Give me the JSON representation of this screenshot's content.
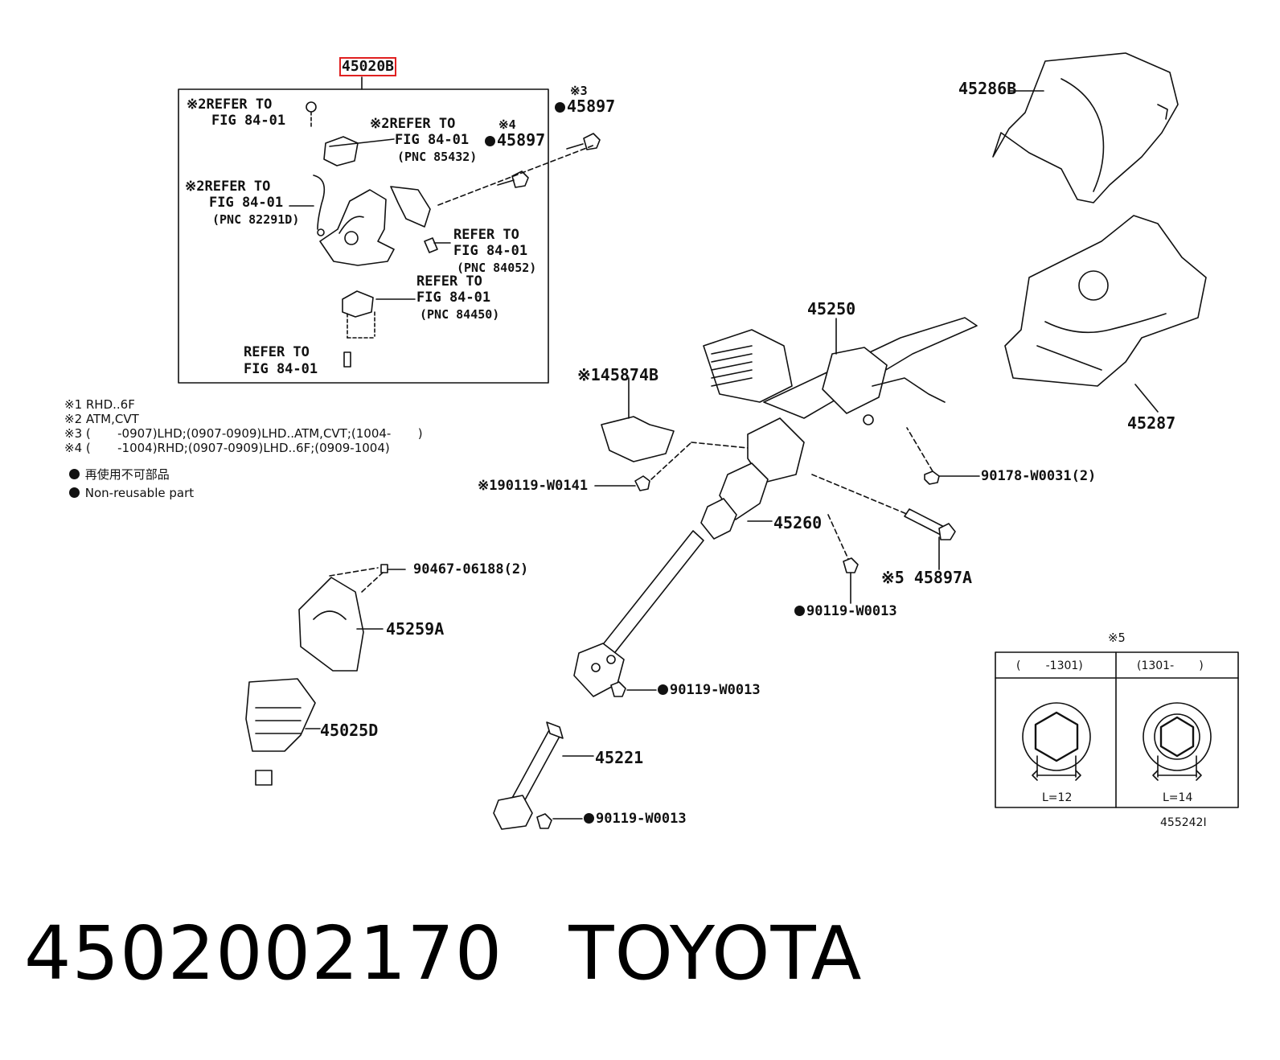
{
  "highlight_color": "#e02020",
  "main_part": "45020B",
  "callouts": {
    "c1_mark": "※2",
    "c1_line1": "REFER TO",
    "c1_line2": "FIG 84-01",
    "c2_mark": "※2",
    "c2_line1": "REFER TO",
    "c2_line2": "FIG 84-01",
    "c2_line3": "(PNC 85432)",
    "c3_mark": "※2",
    "c3_line1": "REFER TO",
    "c3_line2": "FIG 84-01",
    "c3_line3": "(PNC 82291D)",
    "c4_line1": "REFER TO",
    "c4_line2": "FIG 84-01",
    "c4_line3": "(PNC 84052)",
    "c5_line1": "REFER TO",
    "c5_line2": "FIG 84-01",
    "c5_line3": "(PNC 84450)",
    "c6_line1": "REFER TO",
    "c6_line2": "FIG 84-01",
    "p45897a_mark": "※3",
    "p45897a": "45897",
    "p45897b_mark": "※4",
    "p45897b": "45897"
  },
  "notes": [
    "※1 RHD..6F",
    "※2 ATM,CVT",
    "※3 (       -0907)LHD;(0907-0909)LHD..ATM,CVT;(1004-       )",
    "※4 (       -1004)RHD;(0907-0909)LHD..6F;(0909-1004)"
  ],
  "legend": {
    "jp": "再使用不可部品",
    "en": "Non-reusable part"
  },
  "parts": {
    "p45286B": "45286B",
    "p45287": "45287",
    "p45250": "45250",
    "p45874B": "※145874B",
    "p90119_W0141": "※190119-W0141",
    "p90178": "90178-W0031(2)",
    "p45260": "45260",
    "p45897A": "※5 45897A",
    "p90119_W0013_a": "90119-W0013",
    "p90467": "90467-06188(2)",
    "p45259A": "45259A",
    "p45025D": "45025D",
    "p90119_W0013_b": "90119-W0013",
    "p45221": "45221",
    "p90119_W0013_c": "90119-W0013"
  },
  "bolt_table": {
    "mark": "※5",
    "col1_header": "(       -1301)",
    "col2_header": "(1301-       )",
    "col1_length": "L=12",
    "col2_length": "L=14"
  },
  "illustration_id": "455242I",
  "footer": {
    "part_number": "4502002170",
    "brand": "TOYOTA"
  }
}
